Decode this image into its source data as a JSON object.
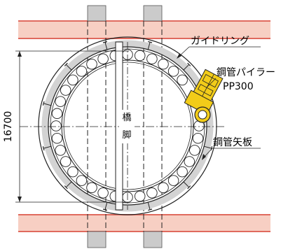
{
  "labels": {
    "guide_ring": "ガイドリング",
    "piler_name": "鋼管パイラー",
    "piler_model": "PP300",
    "sheet_pile": "鋼管矢板",
    "pier_top": "橋",
    "pier_bottom": "脚"
  },
  "dimension": {
    "value": "16700"
  },
  "ring": {
    "pipe_count": 36
  },
  "colors": {
    "pier_fill": "#f7cfc3",
    "pier_edge": "#e06a5e",
    "column_fill": "#cbcbcb",
    "ring_band": "#d3d3d3",
    "piler_body": "#f2cc19",
    "line": "#222222"
  }
}
